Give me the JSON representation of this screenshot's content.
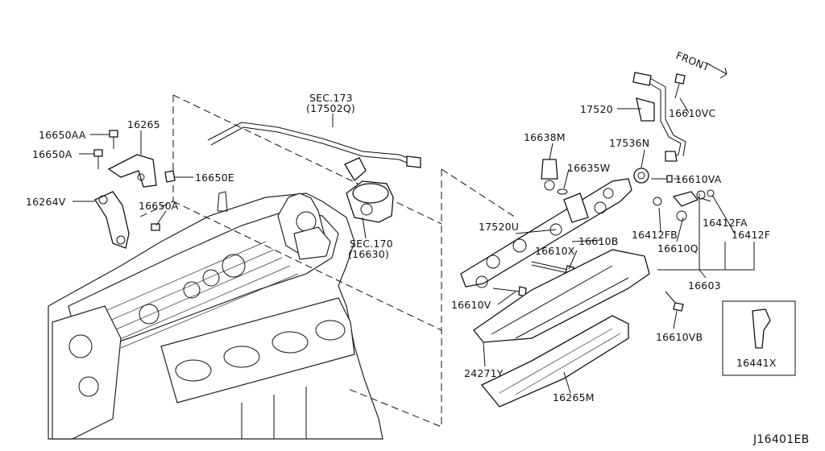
{
  "diagram": {
    "code": "J16401EB",
    "front_label": "FRONT",
    "labels": {
      "p16650AA": "16650AA",
      "p16650A_top": "16650A",
      "p16264V": "16264V",
      "p16265": "16265",
      "p16650E": "16650E",
      "p16650A_bot": "16650A",
      "sec173": "SEC.173",
      "sec173_ref": "(17502Q)",
      "sec170": "SEC.170",
      "sec170_ref": "(16630)",
      "p16638M": "16638M",
      "p16635W": "16635W",
      "p17520": "17520",
      "p16610VC": "16610VC",
      "p17536N": "17536N",
      "p16610VA": "16610VA",
      "p17520U": "17520U",
      "p16610B": "16610B",
      "p16610X": "16610X",
      "p16412FB": "16412FB",
      "p16412FA": "16412FA",
      "p16412F": "16412F",
      "p16610Q": "16610Q",
      "p16603": "16603",
      "p16610V": "16610V",
      "p16610VB": "16610VB",
      "p16441X": "16441X",
      "p24271Y": "24271Y",
      "p16265M": "16265M"
    }
  }
}
